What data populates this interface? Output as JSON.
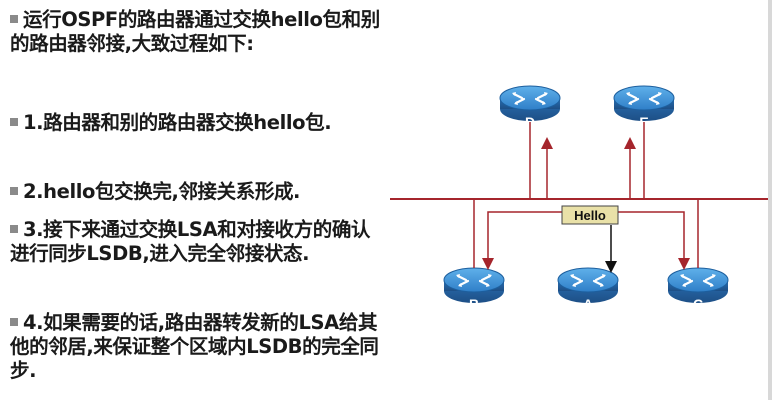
{
  "bullets": [
    "运行OSPF的路由器通过交换hello包和别的路由器邻接,大致过程如下:",
    "1.路由器和别的路由器交换hello包.",
    "2.hello包交换完,邻接关系形成.",
    "3.接下来通过交换LSA和对接收方的确认进行同步LSDB,进入完全邻接状态.",
    "4.如果需要的话,路由器转发新的LSA给其他的邻居,来保证整个区域内LSDB的完全同步."
  ],
  "diagram": {
    "hello_label": "Hello",
    "routers": {
      "d": "D",
      "e": "E",
      "b": "B",
      "a": "A",
      "c": "C"
    }
  },
  "colors": {
    "router_blue": "#2f7fc8",
    "segment_red": "#a5252c",
    "hello_box": "#e9e1a8"
  }
}
